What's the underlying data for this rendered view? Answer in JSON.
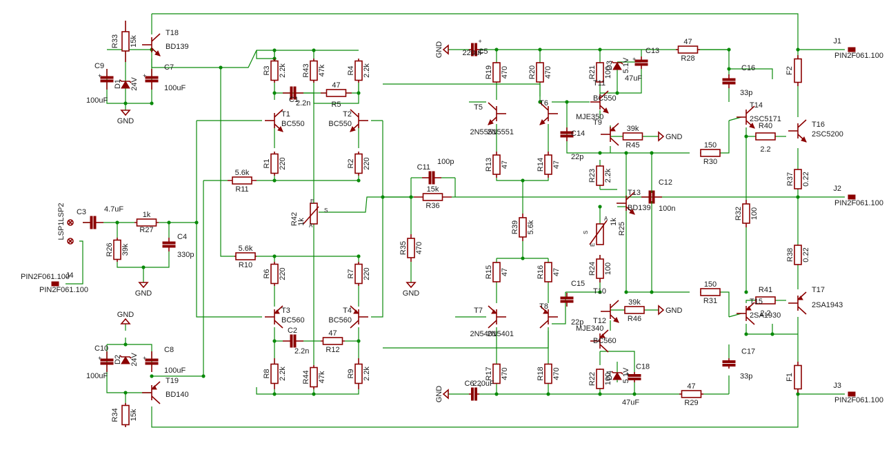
{
  "schematic": {
    "resistors": [
      {
        "ref": "R33",
        "value": "15k"
      },
      {
        "ref": "R34",
        "value": "15k"
      },
      {
        "ref": "R3",
        "value": "2.2k"
      },
      {
        "ref": "R43",
        "value": "47k"
      },
      {
        "ref": "R4",
        "value": "2.2k"
      },
      {
        "ref": "R5",
        "value": "47"
      },
      {
        "ref": "R1",
        "value": "220"
      },
      {
        "ref": "R2",
        "value": "220"
      },
      {
        "ref": "R11",
        "value": "5.6k"
      },
      {
        "ref": "R10",
        "value": "5.6k"
      },
      {
        "ref": "R6",
        "value": "220"
      },
      {
        "ref": "R7",
        "value": "220"
      },
      {
        "ref": "R12",
        "value": "47"
      },
      {
        "ref": "R8",
        "value": "2.2k"
      },
      {
        "ref": "R44",
        "value": "47k"
      },
      {
        "ref": "R9",
        "value": "2.2k"
      },
      {
        "ref": "R27",
        "value": "1k"
      },
      {
        "ref": "R26",
        "value": "39k"
      },
      {
        "ref": "R36",
        "value": "15k"
      },
      {
        "ref": "R35",
        "value": "470"
      },
      {
        "ref": "R19",
        "value": "470"
      },
      {
        "ref": "R20",
        "value": "470"
      },
      {
        "ref": "R13",
        "value": "47"
      },
      {
        "ref": "R14",
        "value": "47"
      },
      {
        "ref": "R39",
        "value": "5.6k"
      },
      {
        "ref": "R15",
        "value": "47"
      },
      {
        "ref": "R16",
        "value": "47"
      },
      {
        "ref": "R17",
        "value": "470"
      },
      {
        "ref": "R18",
        "value": "470"
      },
      {
        "ref": "R21",
        "value": "100"
      },
      {
        "ref": "R23",
        "value": "2.2k"
      },
      {
        "ref": "R24",
        "value": "100"
      },
      {
        "ref": "R22",
        "value": "100"
      },
      {
        "ref": "R25",
        "value": "1k"
      },
      {
        "ref": "R45",
        "value": "39k"
      },
      {
        "ref": "R46",
        "value": "39k"
      },
      {
        "ref": "R28",
        "value": "47"
      },
      {
        "ref": "R29",
        "value": "47"
      },
      {
        "ref": "R30",
        "value": "150"
      },
      {
        "ref": "R31",
        "value": "150"
      },
      {
        "ref": "R40",
        "value": "2.2"
      },
      {
        "ref": "R41",
        "value": "2.2"
      },
      {
        "ref": "R32",
        "value": "100"
      },
      {
        "ref": "R37",
        "value": "0.22"
      },
      {
        "ref": "R38",
        "value": "0.22"
      }
    ],
    "capacitors": [
      {
        "ref": "C9",
        "value": "100uF"
      },
      {
        "ref": "C7",
        "value": "100uF"
      },
      {
        "ref": "C10",
        "value": "100uF"
      },
      {
        "ref": "C8",
        "value": "100uF"
      },
      {
        "ref": "C1",
        "value": "2.2n"
      },
      {
        "ref": "C2",
        "value": "2.2n"
      },
      {
        "ref": "C3",
        "value": "4.7uF"
      },
      {
        "ref": "C4",
        "value": "330p"
      },
      {
        "ref": "C11",
        "value": "100p"
      },
      {
        "ref": "C5",
        "value": "220uF"
      },
      {
        "ref": "C6",
        "value": "220uF"
      },
      {
        "ref": "C13",
        "value": "47uF"
      },
      {
        "ref": "C18",
        "value": "47uF"
      },
      {
        "ref": "C14",
        "value": "22p"
      },
      {
        "ref": "C15",
        "value": "22p"
      },
      {
        "ref": "C12",
        "value": "100n"
      },
      {
        "ref": "C16",
        "value": "33p"
      },
      {
        "ref": "C17",
        "value": "33p"
      }
    ],
    "transistors": [
      {
        "ref": "T18",
        "part": "BD139"
      },
      {
        "ref": "T19",
        "part": "BD140"
      },
      {
        "ref": "T1",
        "part": "BC550"
      },
      {
        "ref": "T2",
        "part": "BC550"
      },
      {
        "ref": "T3",
        "part": "BC560"
      },
      {
        "ref": "T4",
        "part": "BC560"
      },
      {
        "ref": "T5",
        "part": "2N5551"
      },
      {
        "ref": "T6",
        "part": "2N5551"
      },
      {
        "ref": "T7",
        "part": "2N5401"
      },
      {
        "ref": "T8",
        "part": "2N5401"
      },
      {
        "ref": "T11",
        "part": "BC550"
      },
      {
        "ref": "T9",
        "part": "MJE350"
      },
      {
        "ref": "T12",
        "part": "BC560"
      },
      {
        "ref": "T10",
        "part": "MJE340"
      },
      {
        "ref": "T13",
        "part": "BD139"
      },
      {
        "ref": "T14",
        "part": "2SC5171"
      },
      {
        "ref": "T15",
        "part": "2SA1930"
      },
      {
        "ref": "T16",
        "part": "2SC5200"
      },
      {
        "ref": "T17",
        "part": "2SA1943"
      }
    ],
    "diodes": [
      {
        "ref": "D1",
        "value": "24V"
      },
      {
        "ref": "D2",
        "value": "24V"
      },
      {
        "ref": "D3",
        "value": "5.1V"
      },
      {
        "ref": "D4",
        "value": "5.1V"
      }
    ],
    "fuses": [
      {
        "ref": "F1"
      },
      {
        "ref": "F2"
      }
    ],
    "pots": [
      {
        "ref": "R42",
        "value": "1k",
        "pins": [
          "E",
          "S",
          "A"
        ]
      },
      {
        "ref": "R25",
        "pins": [
          "E",
          "S",
          "A"
        ]
      }
    ],
    "connectors": [
      {
        "ref": "J1",
        "part": "PIN2F061.100"
      },
      {
        "ref": "J2",
        "part": "PIN2F061.100"
      },
      {
        "ref": "J3",
        "part": "PIN2F061.100"
      },
      {
        "ref": "J4",
        "part": "PIN2F061.100"
      },
      {
        "ref": "LSP1"
      },
      {
        "ref": "LSP2"
      }
    ],
    "gnd_label": "GND"
  }
}
